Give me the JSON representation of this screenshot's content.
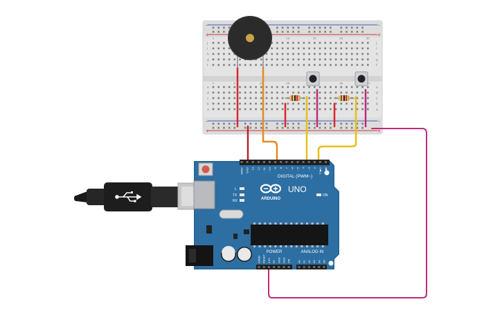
{
  "breadboard": {
    "rail_plus": "+",
    "rail_minus": "−",
    "row_letters_top": [
      "j",
      "i",
      "h",
      "g",
      "f"
    ],
    "row_letters_bottom": [
      "e",
      "d",
      "c",
      "b",
      "a"
    ],
    "column_labels": [
      "1",
      "5",
      "10",
      "15",
      "20",
      "25",
      "30"
    ]
  },
  "components": {
    "buzzer": {
      "name": "piezo-buzzer",
      "color": "#2b2b2b",
      "center_color": "#c9a24a"
    },
    "buttons": [
      {
        "name": "pushbutton-1"
      },
      {
        "name": "pushbutton-2"
      }
    ],
    "resistors": [
      {
        "name": "resistor-1"
      },
      {
        "name": "resistor-2"
      }
    ]
  },
  "arduino": {
    "brand": "ARDUINO",
    "model": "UNO",
    "digital_label": "DIGITAL (PWM~)",
    "power_label": "POWER",
    "analog_label": "ANALOG IN",
    "on_label": "ON",
    "tx_label": "TX",
    "rx_label": "RX",
    "l_label": "L",
    "header_pins": [
      "AREF",
      "GND",
      "13",
      "12",
      "~11",
      "~10",
      "~9",
      "8",
      "7",
      "~6",
      "~5",
      "4",
      "~3",
      "2",
      "TX▶1",
      "RX◀0"
    ],
    "power_pins": [
      "IOREF",
      "RESET",
      "3.3V",
      "5V",
      "GND",
      "GND",
      "VIN"
    ],
    "analog_pins": [
      "A0",
      "A1",
      "A2",
      "A3",
      "A4",
      "A5"
    ],
    "board_color": "#2d6ea3"
  },
  "wire_colors": {
    "red": "#d9272e",
    "orange": "#e58a1f",
    "yellow": "#e6c01c",
    "magenta": "#c2287c",
    "darkred": "#b3262c"
  }
}
